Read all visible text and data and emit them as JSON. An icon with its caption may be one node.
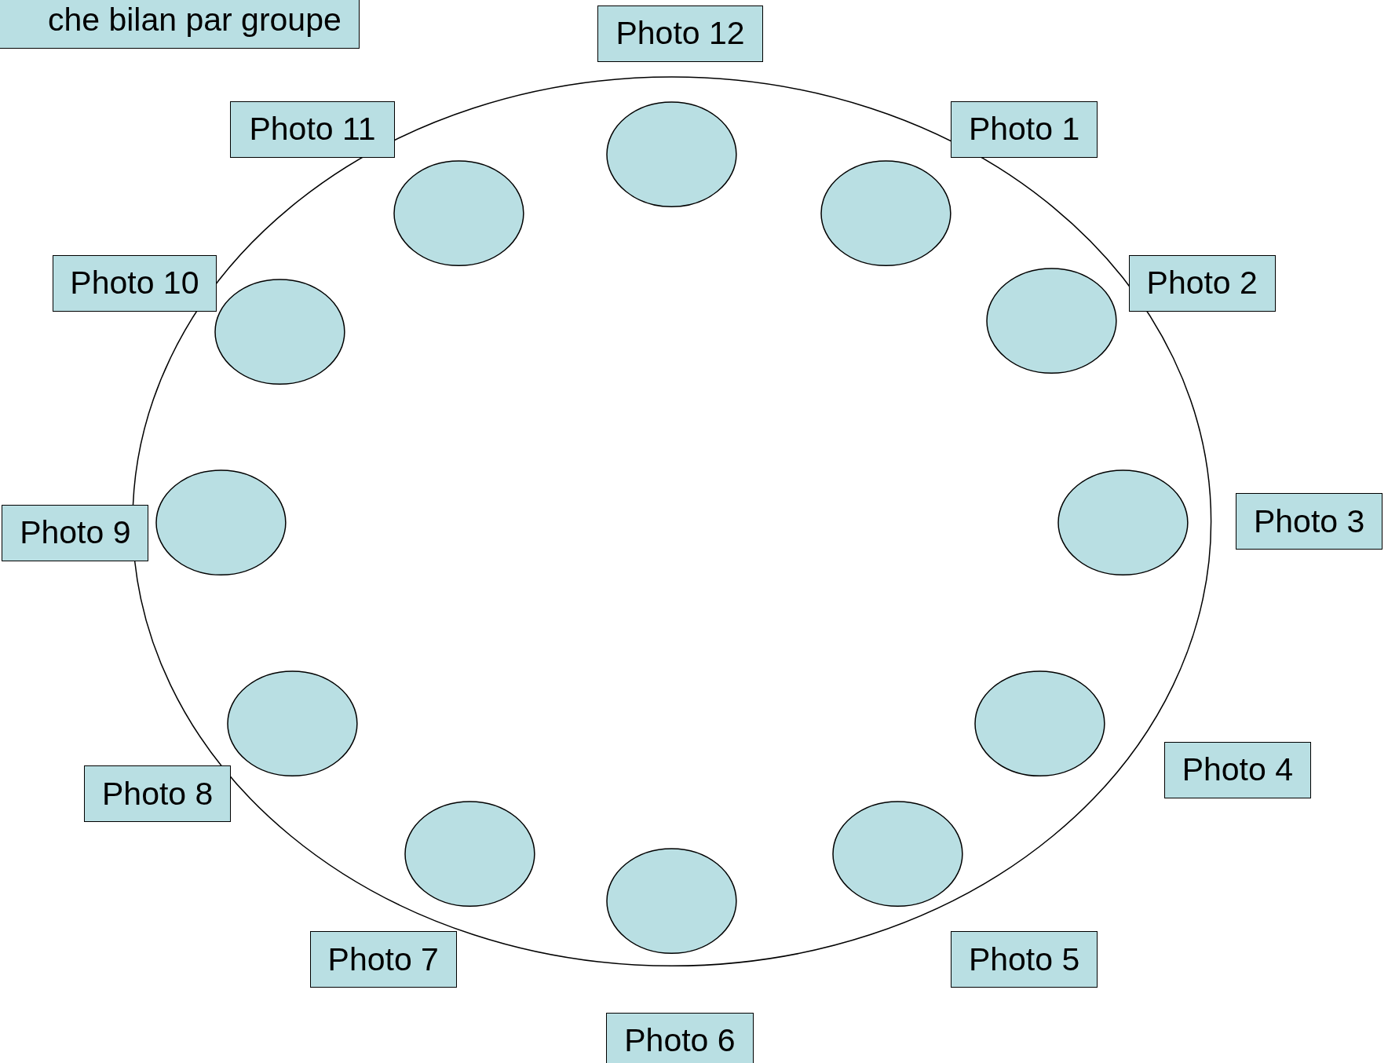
{
  "diagram": {
    "nodes": [
      {
        "text": [
          "che bilan par groupe"
        ]
      },
      {
        "text": [],
        "shape": "ellipse"
      },
      {
        "text": [],
        "shape": "ellipse",
        "in": 1
      },
      {
        "text": [],
        "shape": "ellipse",
        "in": 1
      },
      {
        "text": [],
        "shape": "ellipse",
        "in": 1
      },
      {
        "text": [],
        "shape": "ellipse",
        "in": 1
      },
      {
        "text": [],
        "shape": "ellipse",
        "in": 1
      },
      {
        "text": [],
        "shape": "ellipse",
        "in": 1
      },
      {
        "text": [],
        "shape": "ellipse",
        "in": 1
      },
      {
        "text": [],
        "shape": "ellipse",
        "in": 1
      },
      {
        "text": [],
        "shape": "ellipse",
        "in": 1
      },
      {
        "text": [],
        "shape": "ellipse",
        "in": 1
      },
      {
        "text": [],
        "shape": "ellipse",
        "in": 1
      },
      {
        "text": [],
        "shape": "ellipse",
        "in": 1
      },
      {
        "text": [
          "Photo 12"
        ]
      },
      {
        "text": [
          "Photo 1"
        ]
      },
      {
        "text": [
          "Photo 2"
        ]
      },
      {
        "text": [
          "Photo 3"
        ]
      },
      {
        "text": [
          "Photo 4"
        ]
      },
      {
        "text": [
          "Photo 5"
        ]
      },
      {
        "text": [
          "Photo 6"
        ]
      },
      {
        "text": [
          "Photo 7"
        ]
      },
      {
        "text": [
          "Photo 8"
        ]
      },
      {
        "text": [
          "Photo 9"
        ]
      },
      {
        "text": [
          "Photo 10"
        ]
      },
      {
        "text": [
          "Photo 11"
        ]
      }
    ]
  }
}
